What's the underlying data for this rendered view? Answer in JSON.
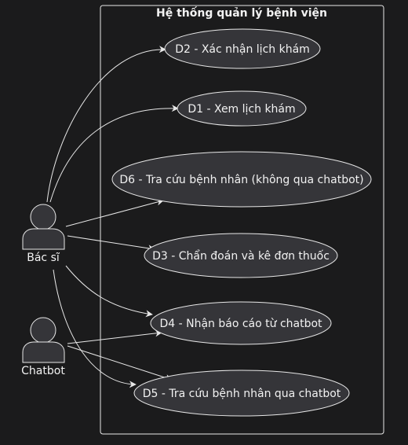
{
  "system": {
    "title": "Hệ thống quản lý bệnh viện"
  },
  "actors": {
    "doctor": {
      "label": "Bác sĩ",
      "icon": "person-icon"
    },
    "chatbot": {
      "label": "Chatbot",
      "icon": "person-icon"
    }
  },
  "use_cases": {
    "d2": {
      "label": "D2 - Xác nhận lịch khám"
    },
    "d1": {
      "label": "D1 - Xem lịch khám"
    },
    "d6": {
      "label": "D6 - Tra cứu bệnh nhân (không qua chatbot)"
    },
    "d3": {
      "label": "D3 - Chẩn đoán và kê đơn thuốc"
    },
    "d4": {
      "label": "D4 - Nhận báo cáo từ chatbot"
    },
    "d5": {
      "label": "D5 - Tra cứu bệnh nhân qua chatbot"
    }
  },
  "associations": [
    {
      "from": "Bác sĩ",
      "to": "D2 - Xác nhận lịch khám"
    },
    {
      "from": "Bác sĩ",
      "to": "D1 - Xem lịch khám"
    },
    {
      "from": "Bác sĩ",
      "to": "D6 - Tra cứu bệnh nhân (không qua chatbot)"
    },
    {
      "from": "Bác sĩ",
      "to": "D3 - Chẩn đoán và kê đơn thuốc"
    },
    {
      "from": "Bác sĩ",
      "to": "D4 - Nhận báo cáo từ chatbot"
    },
    {
      "from": "Bác sĩ",
      "to": "D5 - Tra cứu bệnh nhân qua chatbot"
    },
    {
      "from": "Chatbot",
      "to": "D4 - Nhận báo cáo từ chatbot"
    },
    {
      "from": "Chatbot",
      "to": "D5 - Tra cứu bệnh nhân qua chatbot"
    }
  ],
  "colors": {
    "background": "#1b1b1c",
    "node_fill": "#353539",
    "stroke": "#e8e8e8",
    "text": "#f2f2f2"
  }
}
